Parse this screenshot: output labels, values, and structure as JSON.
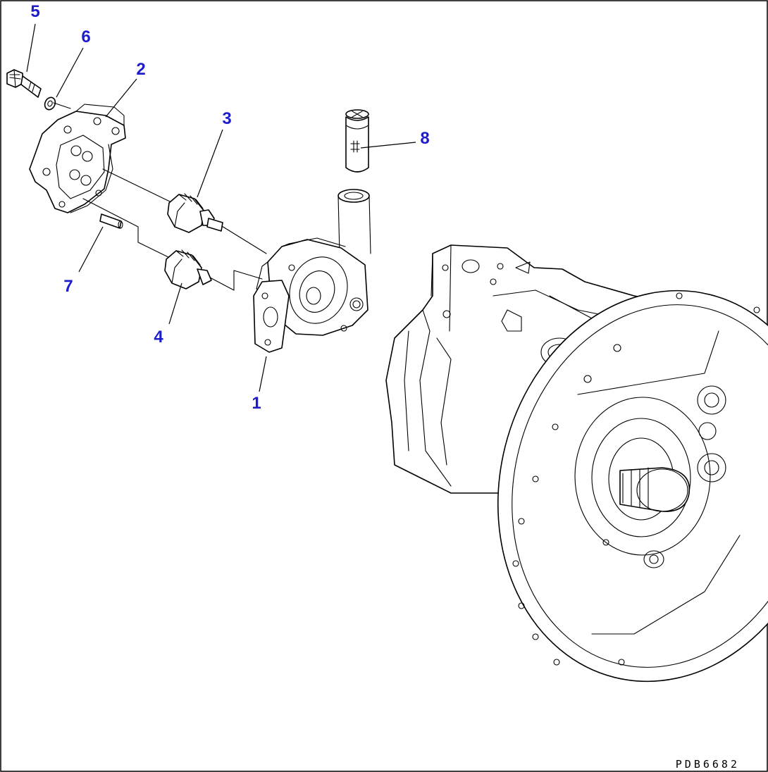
{
  "colors": {
    "callout": "#1d1dcc",
    "line": "#000000",
    "background": "#ffffff"
  },
  "callouts": [
    {
      "id": "5",
      "label": "5",
      "part": "bolt"
    },
    {
      "id": "6",
      "label": "6",
      "part": "washer"
    },
    {
      "id": "2",
      "label": "2",
      "part": "cover-plate"
    },
    {
      "id": "3",
      "label": "3",
      "part": "drive-gear"
    },
    {
      "id": "8",
      "label": "8",
      "part": "strainer"
    },
    {
      "id": "7",
      "label": "7",
      "part": "dowel-pin"
    },
    {
      "id": "4",
      "label": "4",
      "part": "driven-gear"
    },
    {
      "id": "1",
      "label": "1",
      "part": "pump-case"
    }
  ],
  "drawing_code": "PDB6682"
}
